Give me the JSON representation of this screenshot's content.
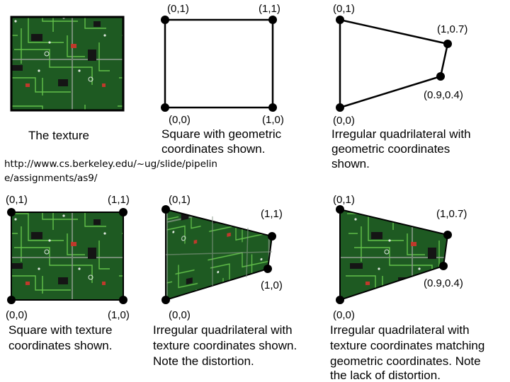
{
  "source_url": "http://www.cs.berkeley.edu/~ug/slide/pipeline/assignments/as9/",
  "source_url_lines": [
    "http://www.cs.berkeley.edu/~ug/slide/pipelin",
    "e/assignments/as9/"
  ],
  "colors": {
    "board": "#1e5a22",
    "trace": "#62c04a",
    "frame": "#000000",
    "chip": "#151515",
    "red": "#c0392b"
  },
  "panels": {
    "texture": {
      "caption": [
        "The texture"
      ]
    },
    "square_geometric": {
      "labels": [
        "(0,1)",
        "(1,1)",
        "(0,0)",
        "(1,0)"
      ],
      "caption": [
        "Square with geometric",
        "coordinates shown."
      ]
    },
    "quad_geometric": {
      "labels": [
        "(0,1)",
        "(1,0.7)",
        "(0.9,0.4)",
        "(0,0)"
      ],
      "caption": [
        "Irregular quadrilateral with",
        "geometric coordinates",
        "shown."
      ]
    },
    "square_texture": {
      "labels": [
        "(0,1)",
        "(1,1)",
        "(0,0)",
        "(1,0)"
      ],
      "caption": [
        "Square with texture",
        "coordinates shown."
      ]
    },
    "quad_texture_distorted": {
      "labels": [
        "(0,1)",
        "(1,1)",
        "(1,0)",
        "(0,0)"
      ],
      "caption": [
        "Irregular quadrilateral with",
        "texture coordinates shown.",
        "Note the distortion."
      ]
    },
    "quad_texture_matching": {
      "labels": [
        "(0,1)",
        "(1,0.7)",
        "(0.9,0.4)",
        "(0,0)"
      ],
      "caption": [
        "Irregular quadrilateral with",
        "texture coordinates matching",
        "geometric coordinates. Note",
        "the lack of distortion."
      ]
    }
  }
}
